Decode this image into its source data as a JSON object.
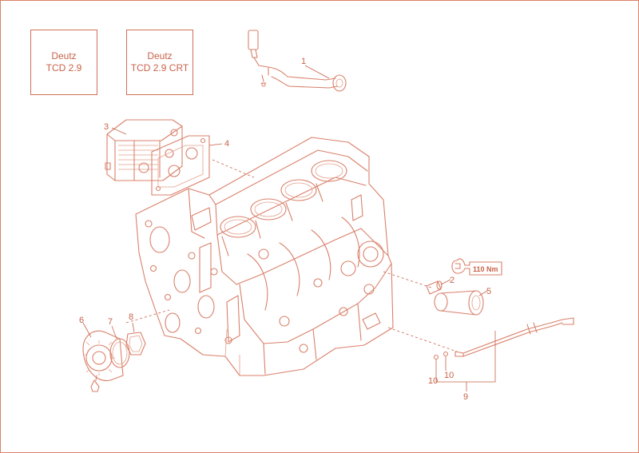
{
  "variants": [
    {
      "line1": "Deutz",
      "line2": "TCD 2.9"
    },
    {
      "line1": "Deutz",
      "line2": "TCD 2.9 CRT"
    }
  ],
  "torque": "110 Nm",
  "callouts": [
    "1",
    "2",
    "3",
    "4",
    "5",
    "6",
    "7",
    "8",
    "9",
    "10",
    "10"
  ],
  "colors": {
    "line": "#d9806a",
    "text": "#c8634a"
  }
}
